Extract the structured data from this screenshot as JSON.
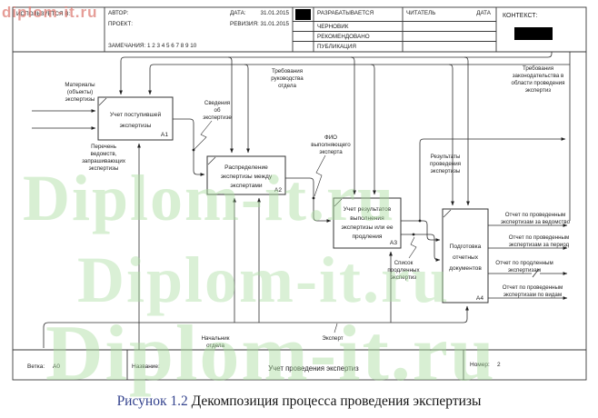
{
  "watermarks": {
    "small": "diplom-it.ru",
    "big": "Diplom-it.ru"
  },
  "header": {
    "used_in": "ИСПОЛЬЗУЕТСЯ В:",
    "author_label": "АВТОР:",
    "project_label": "ПРОЕКТ:",
    "notes": "ЗАМЕЧАНИЯ:  1  2  3  4  5  6  7  8  9  10",
    "date_label": "ДАТА:",
    "date_value": "31.01.2015",
    "revision_label": "РЕВИЗИЯ:",
    "revision_value": "31.01.2015",
    "status": [
      "РАЗРАБАТЫВАЕТСЯ",
      "ЧЕРНОВИК",
      "РЕКОМЕНДОВАНО",
      "ПУБЛИКАЦИЯ"
    ],
    "reader": "ЧИТАТЕЛЬ",
    "reader_date": "ДАТА",
    "context": "КОНТЕКСТ:"
  },
  "boxes": [
    {
      "code": "А1",
      "lines": [
        "Учет поступившей",
        "экспертизы"
      ]
    },
    {
      "code": "А2",
      "lines": [
        "Распределение",
        "экспертизы между",
        "экспертами"
      ]
    },
    {
      "code": "А3",
      "lines": [
        "Учет результатов",
        "выполнения",
        "экспертизы или ее",
        "продления"
      ]
    },
    {
      "code": "А4",
      "lines": [
        "Подготовка",
        "отчетных",
        "документов"
      ]
    }
  ],
  "labels": {
    "materials": {
      "lines": [
        "Материалы",
        "(объекты)",
        "экспертизы"
      ]
    },
    "departments": {
      "lines": [
        "Перечень",
        "ведомств,",
        "запрашивающих",
        "экспертизы"
      ]
    },
    "info": {
      "lines": [
        "Сведения",
        "об",
        "экспертизе"
      ]
    },
    "mgmt_req": {
      "lines": [
        "Требования",
        "руководства",
        "отдела"
      ]
    },
    "law_req": {
      "lines": [
        "Требования",
        "законодательства в",
        "области проведения",
        "экспертиз"
      ]
    },
    "expert_name": {
      "lines": [
        "ФИО",
        "выполняющего",
        "эксперта"
      ]
    },
    "results": {
      "lines": [
        "Результаты",
        "проведения",
        "экспертизы"
      ]
    },
    "prolonged": {
      "lines": [
        "Список",
        "продленных",
        "экспертиз"
      ]
    },
    "report_dept": {
      "lines": [
        "Отчет по проведенным",
        "экспертизам за ведомство"
      ]
    },
    "report_period": {
      "lines": [
        "Отчет по проведенным",
        "экспертизам за период"
      ]
    },
    "report_prolonged": {
      "lines": [
        "Отчет по продленным",
        "экспертизам"
      ]
    },
    "report_types": {
      "lines": [
        "Отчет по проведенным",
        "экспертизам по видам"
      ]
    },
    "chief": {
      "lines": [
        "Начальник",
        "отдела"
      ]
    },
    "expert": {
      "lines": [
        "Эксперт"
      ]
    }
  },
  "band": {
    "branch_label": "Ветка:",
    "branch_value": "А0",
    "name_label": "Название:",
    "name_value": "Учет проведения экспертиз",
    "number_label": "Номер:",
    "number_value": "2"
  },
  "caption": {
    "prefix": "Рисунок 1.2",
    "text": "Декомпозиция процесса проведения экспертизы"
  }
}
